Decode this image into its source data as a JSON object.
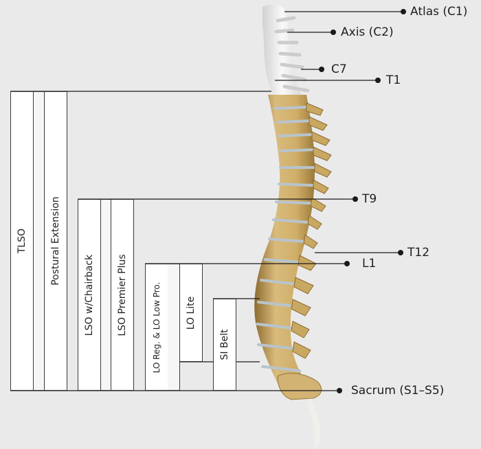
{
  "markers": {
    "atlas": "Atlas (C1)",
    "axis": "Axis (C2)",
    "c7": "C7",
    "t1": "T1",
    "t9": "T9",
    "t12": "T12",
    "l1": "L1",
    "sacrum": "Sacrum (S1–S5)"
  },
  "braces": {
    "tlso": "TLSO",
    "postural": "Postural Extension",
    "lso_chairback": "LSO w/Chairback",
    "lso_premier": "LSO Premier Plus",
    "lo_reg": "LO Reg. & LO Low Pro.",
    "lo_lite": "LO Lite",
    "si_belt": "SI Belt"
  },
  "colors": {
    "background": "#eaeaea",
    "bone_light": "#f2f2f0",
    "bone_body": "#d7b876",
    "bone_dark": "#9b7a3a",
    "disc": "#b9c6cf",
    "line": "#1a1a1a"
  }
}
